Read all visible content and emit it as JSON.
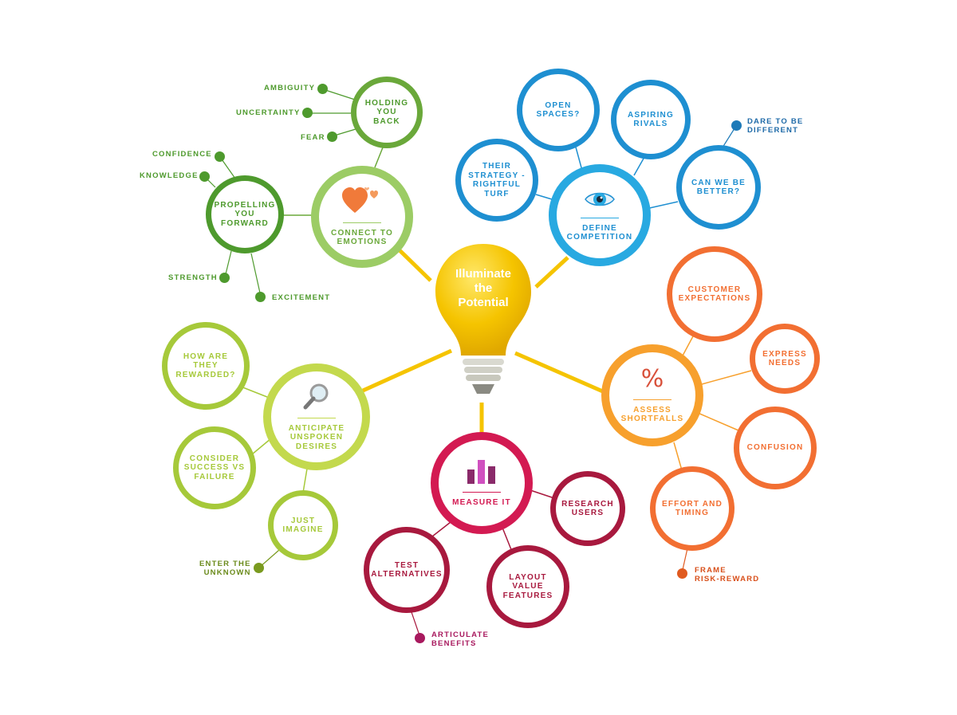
{
  "colors": {
    "green_dark": "#4e9a2d",
    "green_mid": "#6aa83a",
    "green_light": "#9ccc65",
    "lime": "#a6c93a",
    "lime_light": "#c3d94d",
    "blue": "#1e8fd1",
    "blue_light": "#28a9e1",
    "orange": "#f26f32",
    "orange_light": "#f7a02d",
    "magenta": "#d31a52",
    "crimson": "#a8193e",
    "bulb": "#f5c400"
  },
  "center": {
    "title": "Illuminate\nthe\nPotential",
    "icon": "lightbulb-icon"
  },
  "hubs": {
    "emotions": {
      "label": "CONNECT TO\nEMOTIONS",
      "icon": "hearts-icon"
    },
    "competition": {
      "label": "DEFINE\nCOMPETITION",
      "icon": "eye-icon"
    },
    "shortfalls": {
      "label": "ASSESS\nSHORTFALLS",
      "icon": "percent-icon"
    },
    "measure": {
      "label": "MEASURE IT",
      "icon": "bar-chart-icon"
    },
    "anticipate": {
      "label": "ANTICIPATE\nUNSPOKEN\nDESIRES",
      "icon": "magnifier-icon"
    }
  },
  "subnodes": {
    "holding": "HOLDING\nYOU\nBACK",
    "propelling": "PROPELLING\nYOU\nFORWARD",
    "open_spaces": "OPEN\nSPACES?",
    "aspiring": "ASPIRING\nRIVALS",
    "their_strategy": "THEIR\nSTRATEGY -\nRIGHTFUL\nTURF",
    "can_we": "CAN WE BE\nBETTER?",
    "customer": "CUSTOMER\nEXPECTATIONS",
    "express": "EXPRESS\nNEEDS",
    "confusion": "CONFUSION",
    "effort": "EFFORT AND\nTIMING",
    "research": "RESEARCH\nUSERS",
    "layout": "LAYOUT\nVALUE\nFEATURES",
    "test": "TEST\nALTERNATIVES",
    "rewarded": "HOW ARE\nTHEY\nREWARDED?",
    "consider": "CONSIDER\nSUCCESS VS\nFAILURE",
    "imagine": "JUST\nIMAGINE"
  },
  "leaves": {
    "ambiguity": "AMBIGUITY",
    "uncertainty": "UNCERTAINTY",
    "fear": "FEAR",
    "confidence": "CONFIDENCE",
    "knowledge": "KNOWLEDGE",
    "strength": "STRENGTH",
    "excitement": "EXCITEMENT",
    "dare": "DARE TO BE\nDIFFERENT",
    "frame": "FRAME\nRISK-REWARD",
    "articulate": "ARTICULATE\nBENEFITS",
    "unknown": "ENTER THE\nUNKNOWN"
  }
}
